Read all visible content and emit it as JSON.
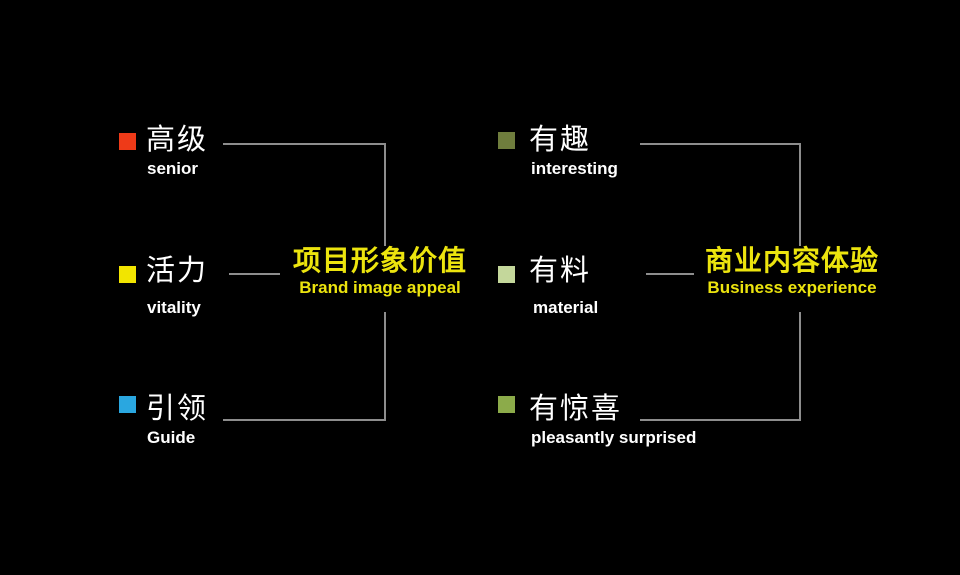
{
  "slide": {
    "background": "#000000",
    "line_color": "#8d8d8d",
    "text_color": "#ffffff",
    "accent_color": "#ece40e"
  },
  "left_group": {
    "title_cn": "项目形象价值",
    "title_en": "Brand image appeal",
    "items": [
      {
        "cn": "高级",
        "en": "senior",
        "bullet_color": "#ee3a18"
      },
      {
        "cn": "活力",
        "en": "vitality",
        "bullet_color": "#f2e500"
      },
      {
        "cn": "引领",
        "en": "Guide",
        "bullet_color": "#2aa7e0"
      }
    ]
  },
  "right_group": {
    "title_cn": "商业内容体验",
    "title_en": "Business experience",
    "items": [
      {
        "cn": "有趣",
        "en": "interesting",
        "bullet_color": "#6f7d3d"
      },
      {
        "cn": "有料",
        "en": "material",
        "bullet_color": "#c4d79b"
      },
      {
        "cn": "有惊喜",
        "en": "pleasantly surprised",
        "bullet_color": "#8cab4a"
      }
    ]
  }
}
